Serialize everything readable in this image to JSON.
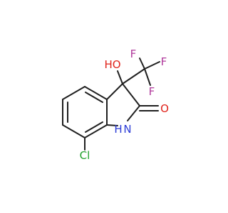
{
  "molecule": {
    "atoms": {
      "hydroxyl": "HO",
      "fluorine_top": "F",
      "fluorine_right": "F",
      "fluorine_bottom": "F",
      "carbonyl_oxygen": "O",
      "nitrogen_h": "H",
      "nitrogen": "N",
      "chlorine": "Cl"
    },
    "colors": {
      "bond": "#1f1f1f",
      "oxygen": "#e0231b",
      "fluorine": "#b0389b",
      "nitrogen": "#2b3bd6",
      "chlorine": "#1fa02a"
    }
  }
}
